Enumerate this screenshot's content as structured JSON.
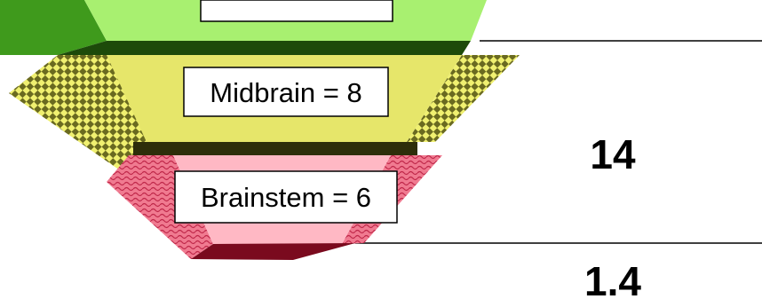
{
  "layers": [
    {
      "id": "top",
      "label": "",
      "colors": {
        "face": "#a8f070",
        "side": "#3f9a1c",
        "bottom": "#1d4a0a"
      }
    },
    {
      "id": "midbrain",
      "label": "Midbrain = 8",
      "colors": {
        "face": "#e6e66a",
        "side_light": "#f0f070",
        "side_dark": "#6a6a20",
        "bottom": "#2e2e0a"
      }
    },
    {
      "id": "brainstem",
      "label": "Brainstem = 6",
      "colors": {
        "face": "#ffb8c4",
        "side": "#e04a66",
        "bottom": "#7a0a1e"
      }
    }
  ],
  "scale_values": [
    "14",
    "1.4"
  ]
}
